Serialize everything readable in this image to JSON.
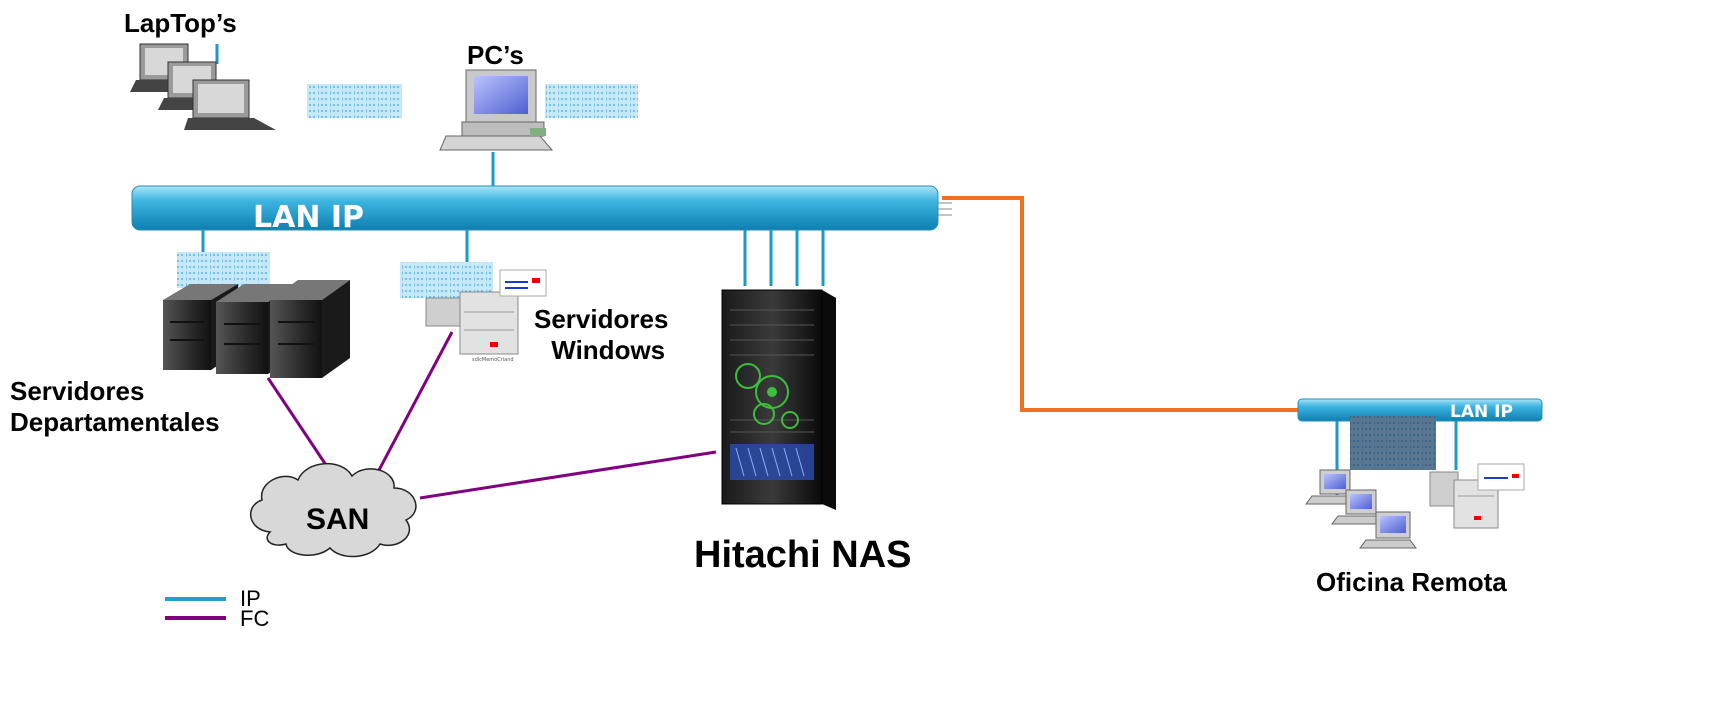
{
  "labels": {
    "laptops": "LapTop’s",
    "pcs": "PC’s",
    "lan_main": "LAN IP",
    "servidores_windows_line1": "Servidores",
    "servidores_windows_line2": "Windows",
    "servidores_dep_line1": "Servidores",
    "servidores_dep_line2": "Departamentales",
    "san": "SAN",
    "hitachi_nas": "Hitachi NAS",
    "lan_remote": "LAN IP",
    "oficina_remota": "Oficina Remota"
  },
  "legend": [
    {
      "label": "IP",
      "color": "#1fa0cc"
    },
    {
      "label": "FC",
      "color": "#800080"
    }
  ],
  "colors": {
    "ip_line": "#1b9ac6",
    "fc_line": "#800080",
    "wan_link": "#f07020",
    "lan_bar": "#3cb4e0"
  }
}
